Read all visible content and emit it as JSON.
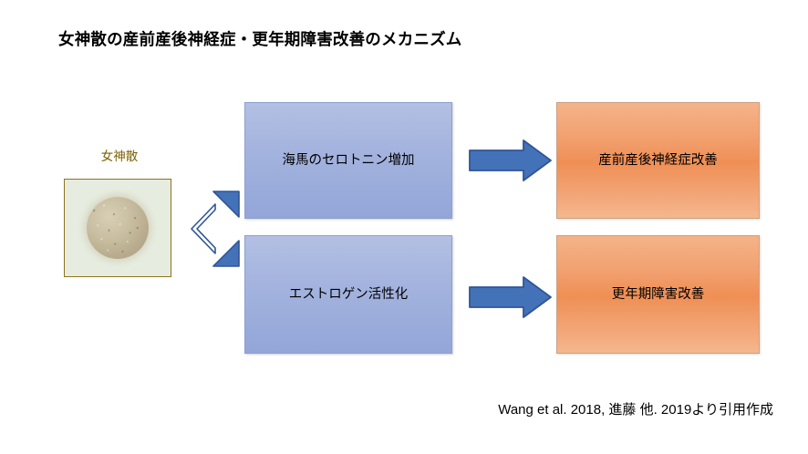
{
  "slide": {
    "title": "女神散の産前産後神経症・更年期障害改善のメカニズム",
    "citation": "Wang et al. 2018, 進藤 他. 2019より引用作成"
  },
  "source": {
    "label": "女神散",
    "photo_alt": "女神散の粉末写真"
  },
  "mechanism_boxes": [
    {
      "id": "serotonin",
      "label": "海馬のセロトニン増加"
    },
    {
      "id": "estrogen",
      "label": "エストロゲン活性化"
    }
  ],
  "outcome_boxes": [
    {
      "id": "outcome-1",
      "label": "産前産後神経症改善"
    },
    {
      "id": "outcome-2",
      "label": "更年期障害改善"
    }
  ],
  "arrows": [
    {
      "id": "split-arrow",
      "icon": "split-arrow-right-icon"
    },
    {
      "id": "arrow-top",
      "icon": "arrow-right-icon"
    },
    {
      "id": "arrow-bottom",
      "icon": "arrow-right-icon"
    }
  ],
  "colors": {
    "box_blue_top": "#b3c0e3",
    "box_blue_bottom": "#93a6d8",
    "box_orange_light": "#f4b388",
    "box_orange_deep": "#ef8f55",
    "arrow_fill": "#4472b8",
    "arrow_stroke": "#2f5597",
    "label_gold": "#7c6000",
    "photo_frame": "#8d7420",
    "photo_background": "#e6ecdf",
    "text": "#000000"
  }
}
